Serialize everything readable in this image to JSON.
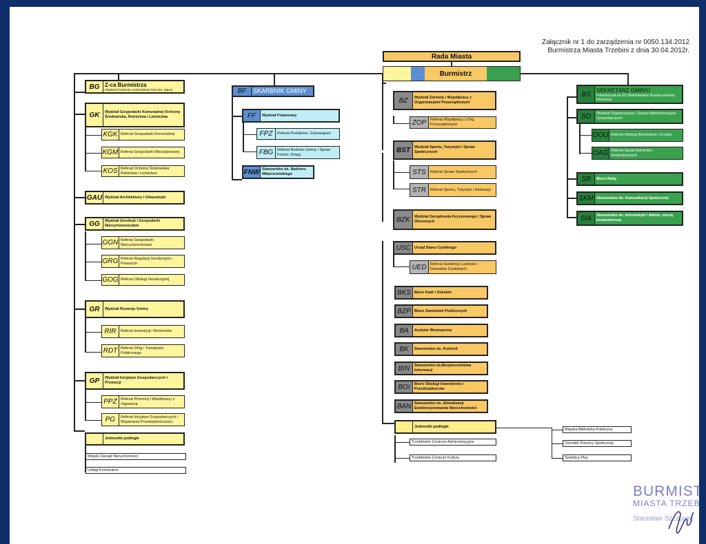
{
  "header": {
    "line1": "Załącznik nr 1 do zarządzenia nr 0050.134.2012",
    "line2": "Burmistrza Miasta Trzebini z dnia 30.04.2012r."
  },
  "rada": "Rada Miasta",
  "burmistrz": "Burmistrz",
  "left": {
    "zca": {
      "code": "BG",
      "title": "Z-ca Burmistrza",
      "sub": "PRZEDSTAWICIEL KIEROWNICTWA DS. EMAS"
    },
    "gk": {
      "code": "GK",
      "name": "Wydział Gospodarki Komunalnej Ochrony Środowiska, Rolnictwa i Leśnictwa"
    },
    "kgk": {
      "code": "KGK",
      "name": "Referat Gospodarki Komunalnej"
    },
    "kgm": {
      "code": "KGM",
      "name": "Referat Gospodarki Mieszkaniowej"
    },
    "kos": {
      "code": "KOS",
      "name": "Referat Ochrony Środowiska Rolnictwa i Leśnictwa"
    },
    "gau": {
      "code": "GAU",
      "name": "Wydział Architektury i Urbanistyki"
    },
    "gg": {
      "code": "GG",
      "name": "Wydział Geodezji i Gospodarki Nieruchomościami"
    },
    "ggn": {
      "code": "GGN",
      "name": "Referat Gospodarki Nieruchomościami"
    },
    "grg": {
      "code": "GRG",
      "name": "Referat Regulacji Geodezyjno - Prawnych"
    },
    "gog": {
      "code": "GOG",
      "name": "Referat Obsługi Geodezyjnej"
    },
    "gr": {
      "code": "GR",
      "name": "Wydział Rozwoju Gminy"
    },
    "rir": {
      "code": "RIR",
      "name": "Referat Inwestycji i Remontów"
    },
    "rdt": {
      "code": "RDT",
      "name": "Referat Dróg i Transportu Publicznego"
    },
    "gp": {
      "code": "GP",
      "name": "Wydział Inicjatyw Gospodarczych i Promocji"
    },
    "ppz": {
      "code": "PPZ",
      "name": "Referat Promocji i Współpracy z Zagranicą"
    },
    "pg": {
      "code": "PG",
      "name": "Referat Inicjatyw Gospodarczych i Wspierania Przedsiębiorczości"
    },
    "jp": {
      "name": "Jednostki podległe"
    },
    "mzn": {
      "name": "Miejski Zarząd Nieruchomości"
    },
    "uk": {
      "name": "Usługi Komunalne"
    }
  },
  "mid": {
    "bf": {
      "code": "BF",
      "name": "SKARBNIK GMINY"
    },
    "ff": {
      "code": "FF",
      "name": "Wydział Finansowy"
    },
    "fpz": {
      "code": "FPZ",
      "name": "Referat Podatków i Zobowiązań"
    },
    "fbg": {
      "code": "FBG",
      "name": "Referat Budżetu Gminy i Spraw Finans.-Księg."
    },
    "fnw": {
      "code": "FNW",
      "name": "Stanowisko ds. Nadzoru Właścicielskiego"
    }
  },
  "center": {
    "bz": {
      "code": "BZ",
      "name": "Wydział Zdrowia i Współpracy z Organizacjami Pozarządowymi"
    },
    "zop": {
      "code": "ZOP",
      "name": "Referat Współpracy z Org. Pozarządowymi"
    },
    "bst": {
      "code": "BST",
      "name": "Wydział Sportu, Turystyki i Spraw Społecznych"
    },
    "sts": {
      "code": "STS",
      "name": "Referat Spraw Społecznych"
    },
    "str": {
      "code": "STR",
      "name": "Referat Sportu, Turystyki i Rekreacji"
    },
    "bzk": {
      "code": "BZK",
      "name": "Wydział Zarządzania Kryzysowego i Spraw Obronnych"
    },
    "usc": {
      "code": "USC",
      "name": "Urząd Stanu Cywilnego"
    },
    "ued": {
      "code": "UED",
      "name": "Referat Ewidencji Ludności i Dowodów Osobistych"
    },
    "bks": {
      "code": "BKS",
      "name": "Biuro Kadr i Szkoleń"
    },
    "bzp": {
      "code": "BZP",
      "name": "Biuro Zamówień Publicznych"
    },
    "ba": {
      "code": "BA",
      "name": "Audytor Wewnętrzny"
    },
    "bk": {
      "code": "BK",
      "name": "Stanowisko ds. Kontroli"
    },
    "bin": {
      "code": "BIN",
      "name": "Stanowisko ds.Bezpieczeństwa Informacji"
    },
    "boi": {
      "code": "BOI",
      "name": "Biuro Obsługi Inwestorów i Przedsiębiorców"
    },
    "ban": {
      "code": "BAN",
      "name": "Stanowisko ds. Aktualizacji Ewidencjonowania Nieruchomości"
    },
    "jp": {
      "name": "Jednostki podległe"
    },
    "tca": {
      "name": "Trzebińskie Centrum Administracyjne"
    },
    "tck": {
      "name": "Trzebińskie Centrum Kultury"
    },
    "mbp": {
      "name": "Miejska Biblioteka Publiczna"
    },
    "ops": {
      "name": "Ośrodek Pomocy Społecznej"
    },
    "swp": {
      "name": "Świetlica Plus"
    }
  },
  "right": {
    "bs": {
      "code": "BS",
      "title": "SEKRETARZ GMINY/",
      "sub": "Pełnomocnik ds.SZJ Administrator Bezpieczeństwa Informacji"
    },
    "so": {
      "code": "SO",
      "name": "Wydział Organizacyjny i Spraw Administracyjno-Gospodarczych"
    },
    "oou": {
      "code": "OOU",
      "name": "Referat Obsługi Burmistrza i Urzędu"
    },
    "oag": {
      "code": "OAG",
      "name": "Referat Spraw Administr.- Gospodarczych"
    },
    "sr": {
      "code": "SR",
      "name": "Biuro Rady"
    },
    "skm": {
      "code": "SKM",
      "name": "Stanowisko ds. Komunikacji Społecznej"
    },
    "sia": {
      "code": "SIA",
      "name": "Stanowisko ds. Informatyki i Admin. siecią komputerową"
    }
  },
  "stamp": {
    "l1": "BURMISTRZ",
    "l2": "MIASTA TRZEBINI",
    "l3": "Stanisław Szczurek"
  }
}
